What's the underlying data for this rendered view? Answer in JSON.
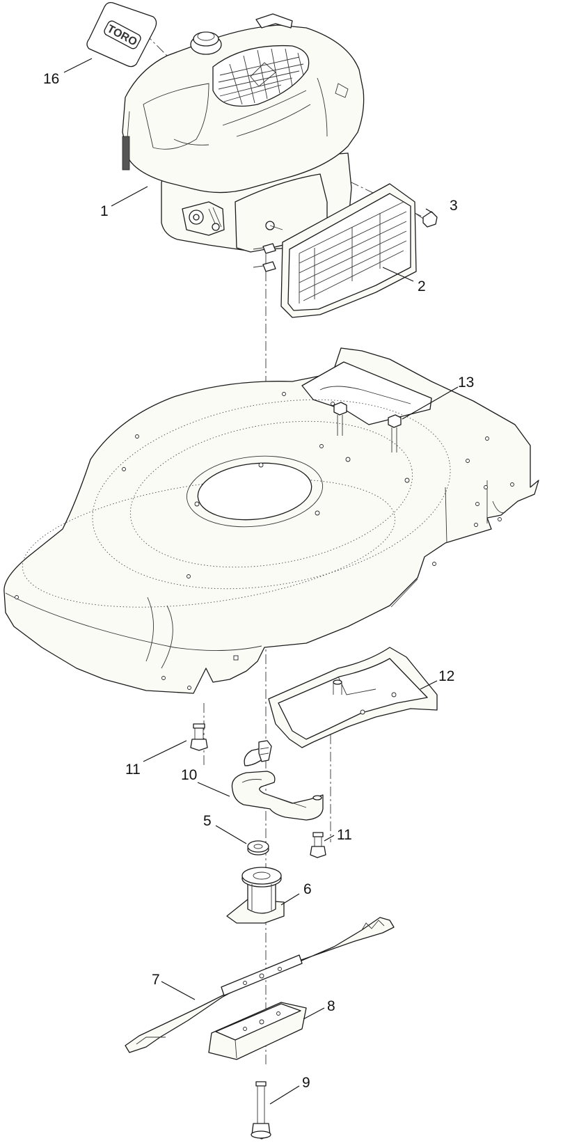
{
  "callouts": [
    {
      "id": "16",
      "text": "16"
    },
    {
      "id": "1",
      "text": "1"
    },
    {
      "id": "3",
      "text": "3"
    },
    {
      "id": "2",
      "text": "2"
    },
    {
      "id": "13",
      "text": "13"
    },
    {
      "id": "12",
      "text": "12"
    },
    {
      "id": "11a",
      "text": "11"
    },
    {
      "id": "10",
      "text": "10"
    },
    {
      "id": "11b",
      "text": "11"
    },
    {
      "id": "5",
      "text": "5"
    },
    {
      "id": "6",
      "text": "6"
    },
    {
      "id": "7",
      "text": "7"
    },
    {
      "id": "8",
      "text": "8"
    },
    {
      "id": "9",
      "text": "9"
    }
  ],
  "decal": {
    "logo_text": "TORO"
  },
  "colors": {
    "line": "#1a1a1a",
    "fill": "#fbfbf6",
    "background": "#ffffff"
  }
}
